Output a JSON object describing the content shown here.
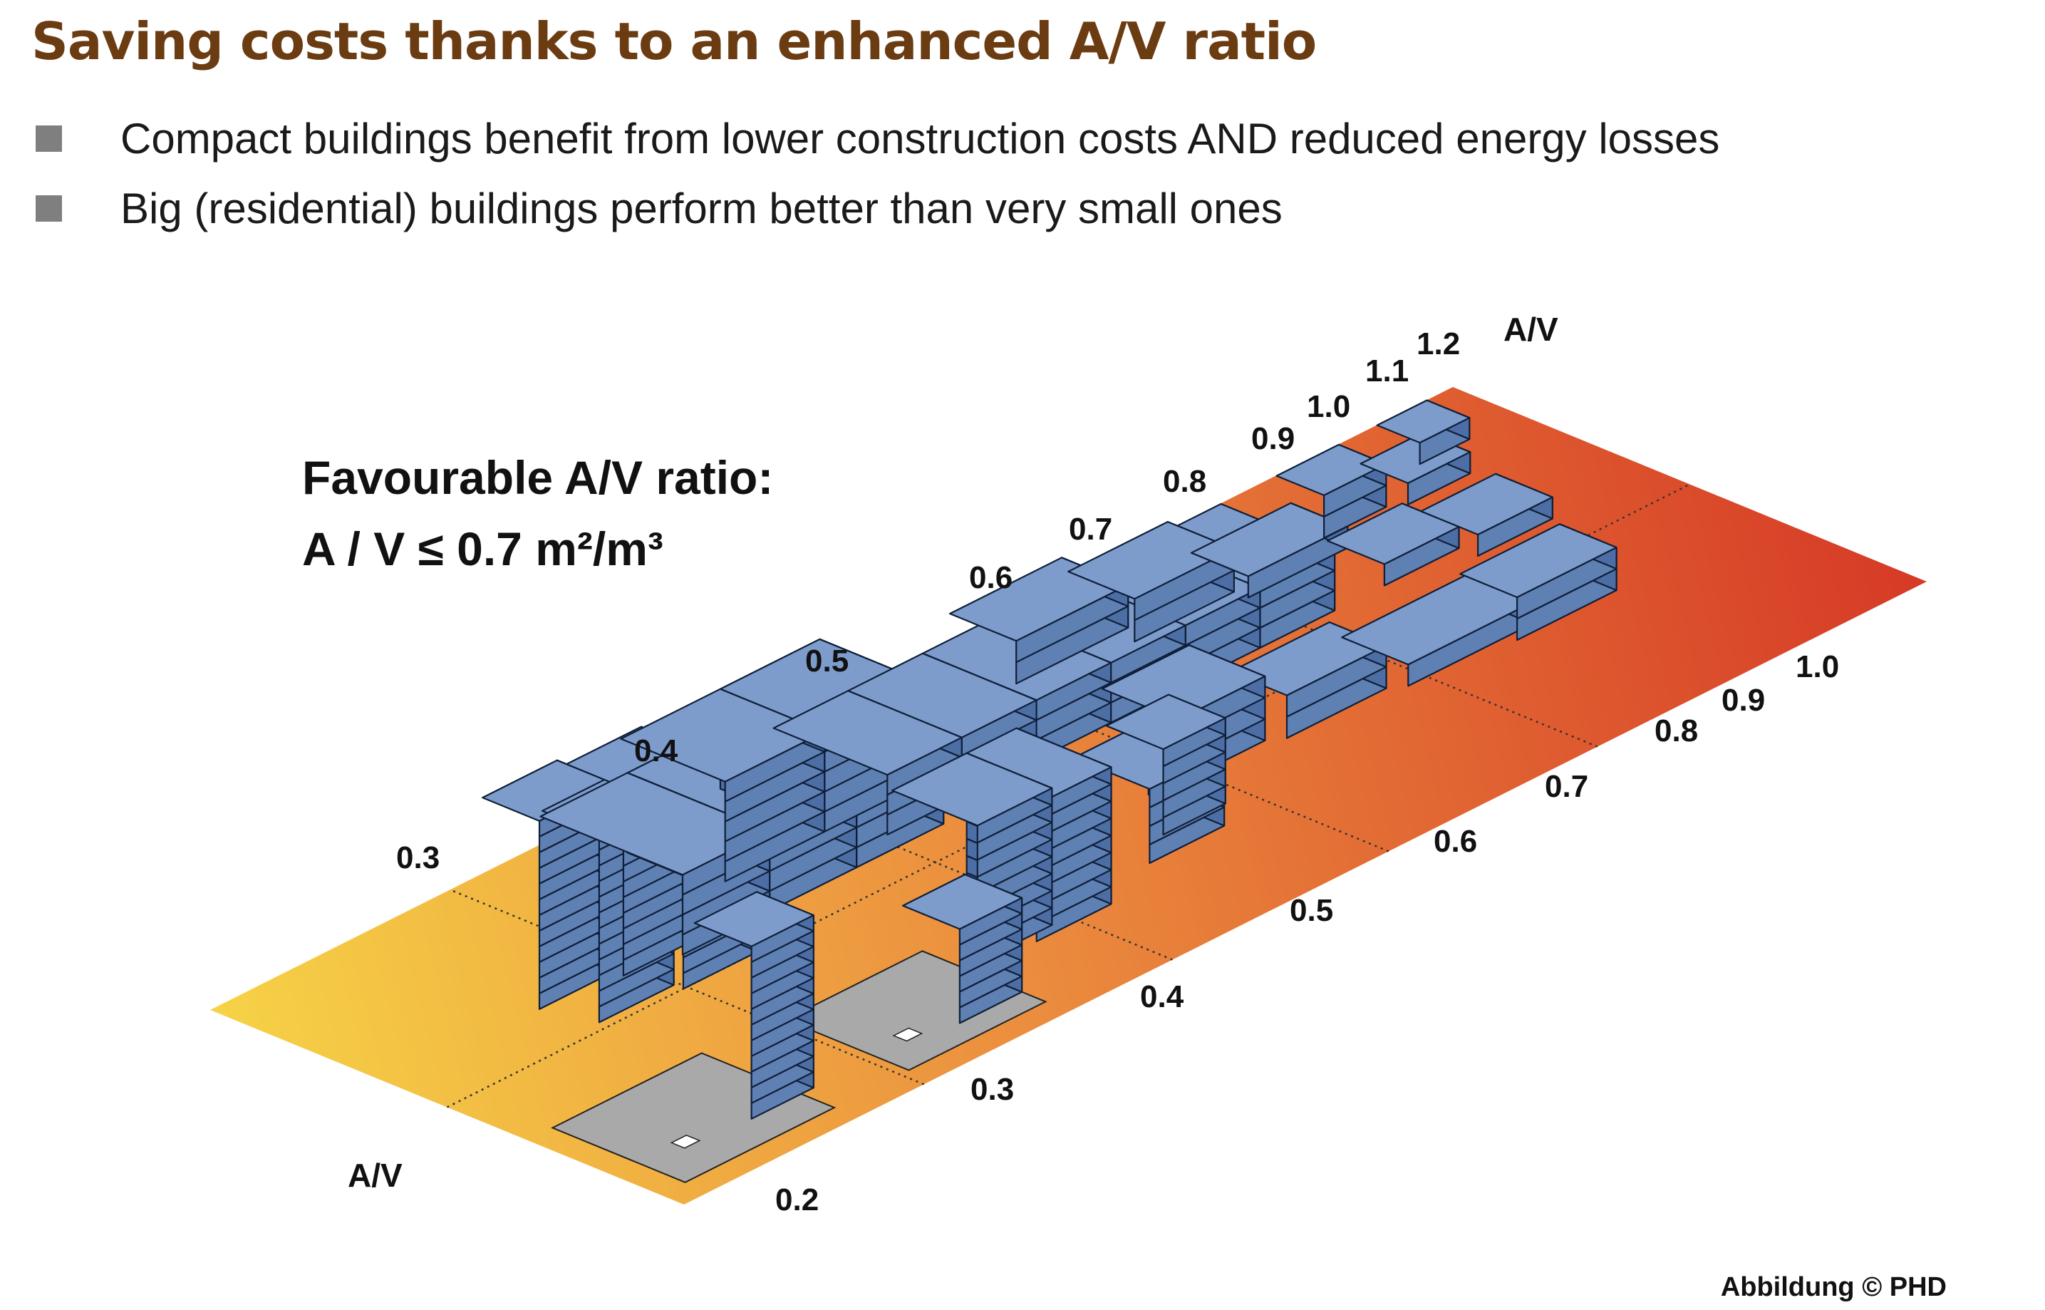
{
  "title": "Saving costs thanks to an enhanced A/V ratio",
  "bullets": [
    "Compact buildings benefit from lower construction costs AND reduced energy losses",
    "Big (residential) buildings perform better than very small ones"
  ],
  "note": {
    "line1": "Favourable A/V ratio:",
    "line2": "A / V ≤ 0.7 m²/m³"
  },
  "credit": "Abbildung © PHD",
  "diagram": {
    "axis_label_front": "A/V",
    "axis_label_back": "A/V",
    "front_ticks": [
      "0.2",
      "0.3",
      "0.4",
      "0.5",
      "0.6",
      "0.7",
      "0.8",
      "0.9",
      "1.0"
    ],
    "back_ticks": [
      "0.3",
      "0.4",
      "0.5",
      "0.6",
      "0.7",
      "0.8",
      "0.9",
      "1.0",
      "1.1",
      "1.2"
    ],
    "colors": {
      "ground_start": "#f6d346",
      "ground_mid": "#eb8d3e",
      "ground_end": "#d63a26",
      "building": "#6a8bbf"
    }
  }
}
